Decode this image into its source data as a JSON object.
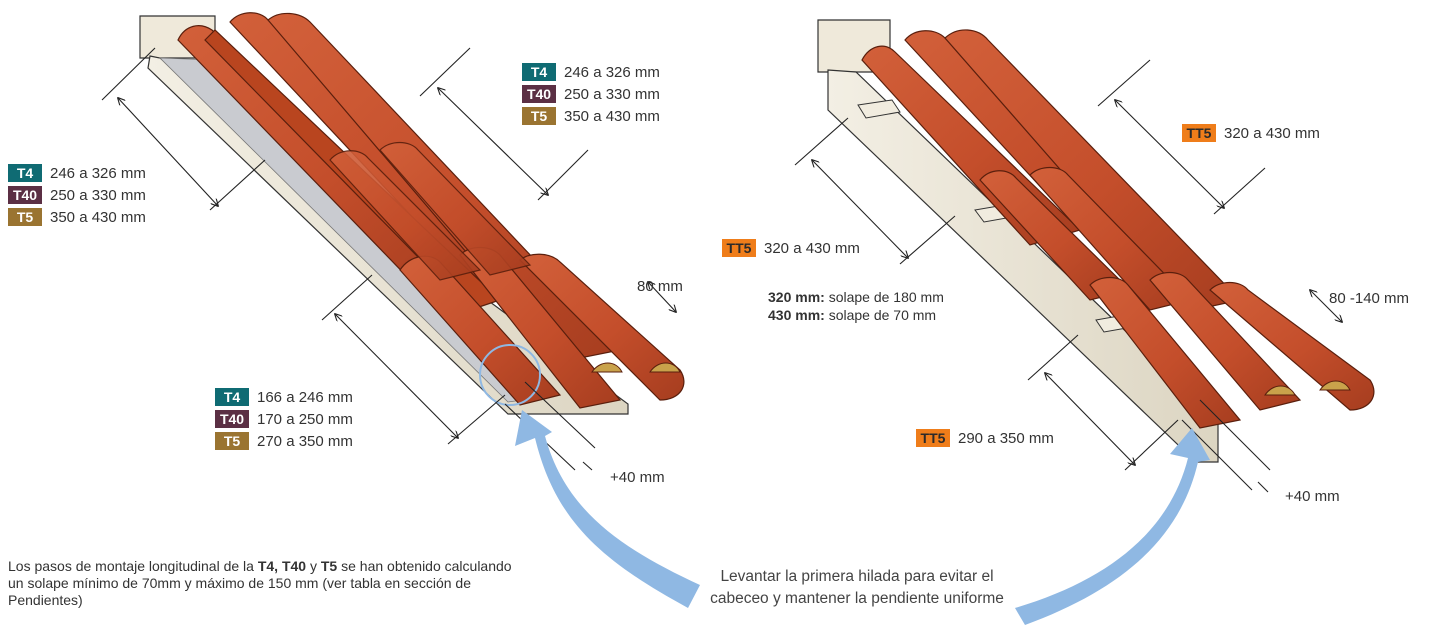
{
  "left_diagram": {
    "spec_top": [
      {
        "badge": "T4",
        "value": "246 a 326 mm",
        "color": "#0f6b73"
      },
      {
        "badge": "T40",
        "value": "250 a 330 mm",
        "color": "#5b2f44"
      },
      {
        "badge": "T5",
        "value": "350 a 430 mm",
        "color": "#9a7431"
      }
    ],
    "spec_left": [
      {
        "badge": "T4",
        "value": "246 a 326 mm",
        "color": "#0f6b73"
      },
      {
        "badge": "T40",
        "value": "250 a 330 mm",
        "color": "#5b2f44"
      },
      {
        "badge": "T5",
        "value": "350 a 430 mm",
        "color": "#9a7431"
      }
    ],
    "spec_bottom": [
      {
        "badge": "T4",
        "value": "166 a 246 mm",
        "color": "#0f6b73"
      },
      {
        "badge": "T40",
        "value": "170 a 250 mm",
        "color": "#5b2f44"
      },
      {
        "badge": "T5",
        "value": "270 a 350 mm",
        "color": "#9a7431"
      }
    ],
    "width_label": "80 mm",
    "extra_label": "+40 mm"
  },
  "right_diagram": {
    "spec_top": {
      "badge": "TT5",
      "value": "320 a 430 mm",
      "color": "#ef7d1a"
    },
    "spec_left": {
      "badge": "TT5",
      "value": "320 a 430 mm",
      "color": "#ef7d1a"
    },
    "overlap_lines": [
      {
        "bold": "320 mm:",
        "text": " solape de 180 mm"
      },
      {
        "bold": "430 mm:",
        "text": " solape de 70 mm"
      }
    ],
    "spec_bottom": {
      "badge": "TT5",
      "value": "290 a 350 mm",
      "color": "#ef7d1a"
    },
    "width_label": "80 -140 mm",
    "extra_label": "+40 mm"
  },
  "note": {
    "part1": "Los pasos de montaje longitudinal de la ",
    "bold1": "T4, T40",
    "part2": " y ",
    "bold2": "T5",
    "part3": " se han obtenido calculando un solape mínimo de 70mm y máximo de 150 mm (ver tabla en sección de Pendientes)"
  },
  "caption": "Levantar la primera hilada para evitar el cabeceo y mantener la pendiente uniforme",
  "colors": {
    "tile": "#c8502c",
    "tile_dark": "#9c3a1f",
    "board": "#ebe6d8",
    "arrow": "#8fb8e3",
    "line": "#222222"
  }
}
